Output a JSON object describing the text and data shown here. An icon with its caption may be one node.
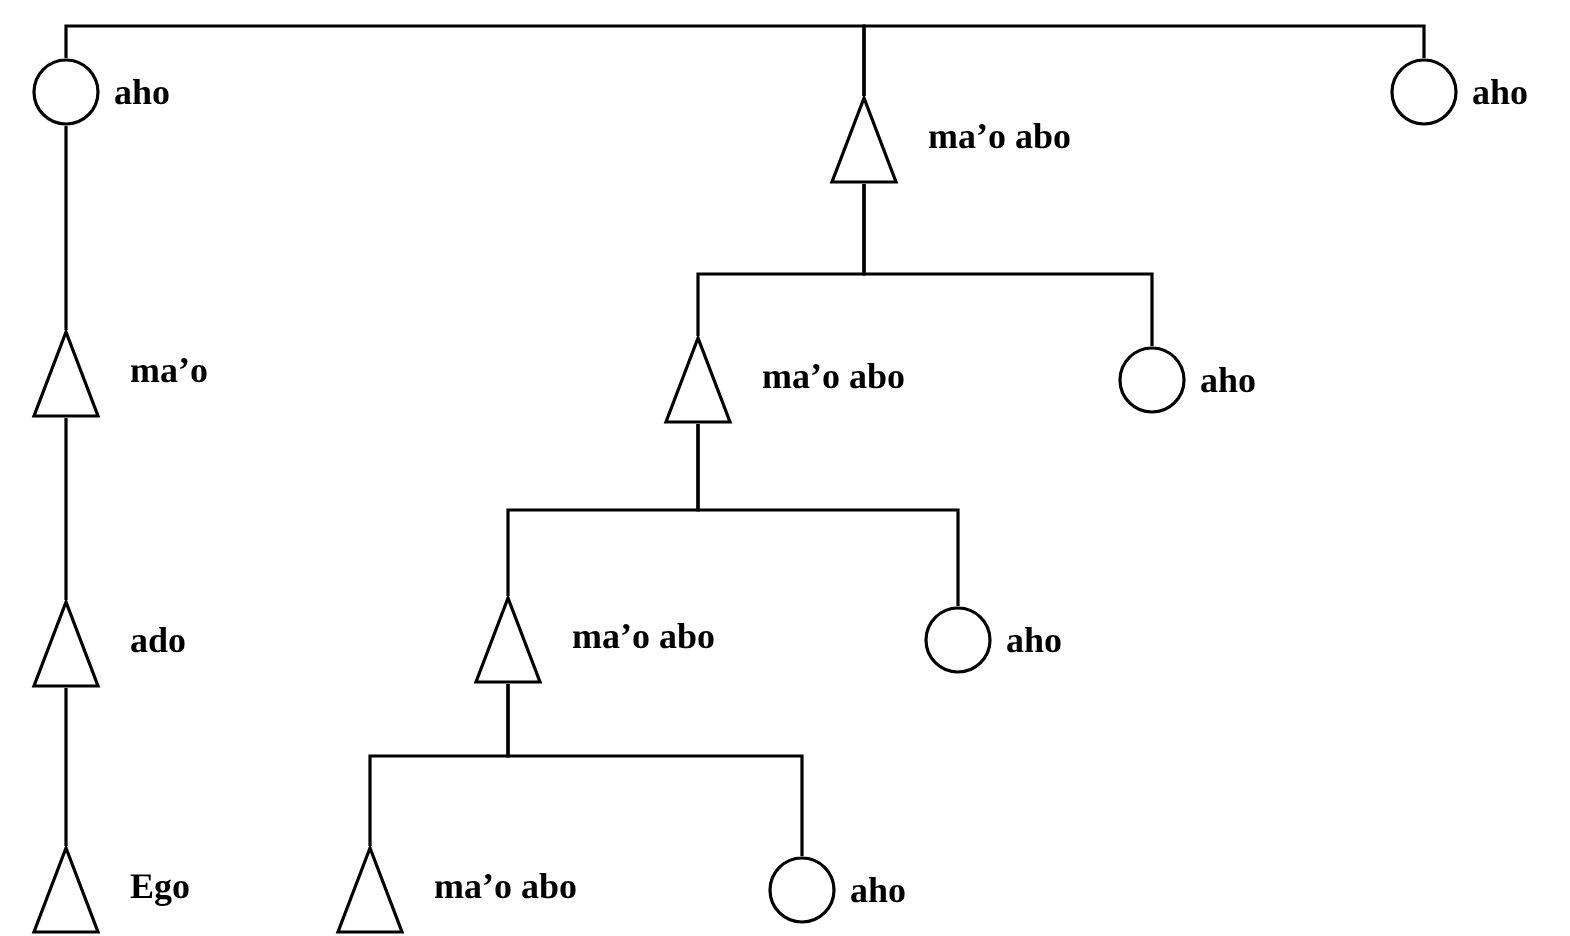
{
  "diagram": {
    "nodes": [
      {
        "text": [],
        "shape": "circle",
        "beside": [
          "aho"
        ]
      },
      {
        "text": [],
        "shape": "triangle",
        "beside": [
          "ma’o abo"
        ]
      },
      {
        "text": [],
        "shape": "circle",
        "beside": [
          "aho"
        ]
      },
      {
        "text": [],
        "shape": "triangle",
        "beside": [
          "ma’o"
        ]
      },
      {
        "text": [],
        "shape": "triangle",
        "beside": [
          "ma’o abo"
        ]
      },
      {
        "text": [],
        "shape": "circle",
        "beside": [
          "aho"
        ]
      },
      {
        "text": [],
        "shape": "triangle",
        "beside": [
          "ado"
        ]
      },
      {
        "text": [],
        "shape": "triangle",
        "beside": [
          "ma’o abo"
        ]
      },
      {
        "text": [],
        "shape": "circle",
        "beside": [
          "aho"
        ]
      },
      {
        "text": [],
        "shape": "triangle",
        "beside": [
          "Ego"
        ]
      },
      {
        "text": [],
        "shape": "triangle",
        "beside": [
          "ma’o abo"
        ]
      },
      {
        "text": [],
        "shape": "circle",
        "beside": [
          "aho"
        ]
      }
    ],
    "edges": [
      {
        "from": 0,
        "to": 1,
        "arrow": "none"
      },
      {
        "from": 1,
        "to": 2,
        "arrow": "none"
      },
      {
        "from": 0,
        "to": 3,
        "arrow": "none"
      },
      {
        "from": 3,
        "to": 6,
        "arrow": "none"
      },
      {
        "from": 6,
        "to": 9,
        "arrow": "none"
      },
      {
        "from": 1,
        "to": 4,
        "arrow": "none"
      },
      {
        "from": 1,
        "to": 5,
        "arrow": "none"
      },
      {
        "from": 4,
        "to": 7,
        "arrow": "none"
      },
      {
        "from": 4,
        "to": 8,
        "arrow": "none"
      },
      {
        "from": 7,
        "to": 10,
        "arrow": "none"
      },
      {
        "from": 7,
        "to": 11,
        "arrow": "none"
      }
    ]
  }
}
